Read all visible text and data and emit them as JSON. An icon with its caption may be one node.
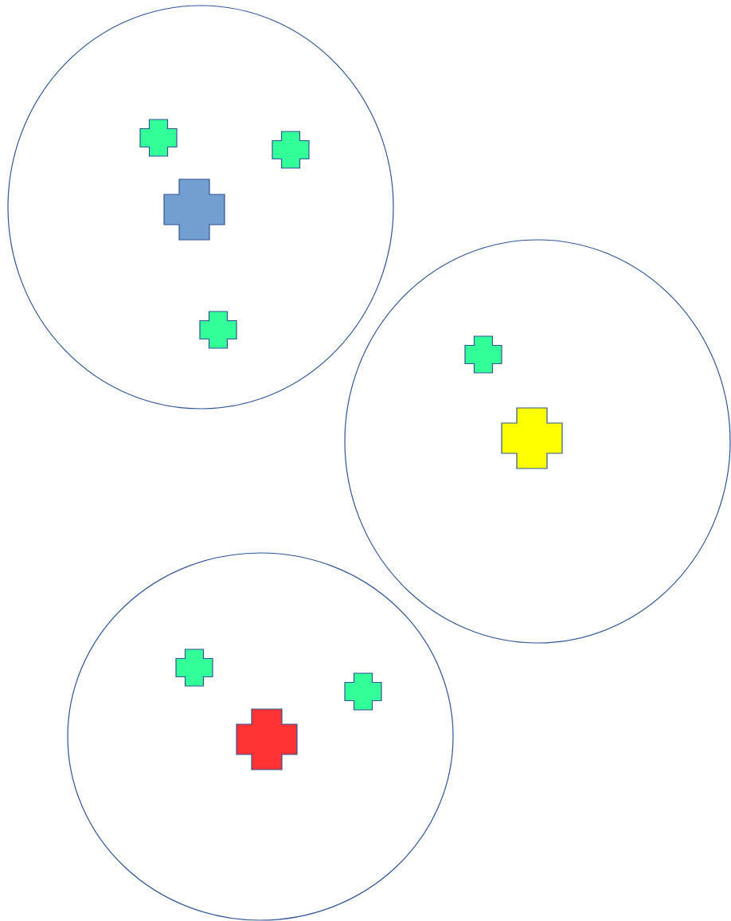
{
  "diagram": {
    "nodes": [
      {
        "text": [],
        "shape": "circle"
      },
      {
        "text": [],
        "shape": "cross",
        "in": 0
      },
      {
        "text": [],
        "shape": "cross",
        "in": 0
      },
      {
        "text": [],
        "shape": "cross",
        "in": 0
      },
      {
        "text": [],
        "shape": "cross",
        "in": 0
      },
      {
        "text": [],
        "shape": "circle"
      },
      {
        "text": [],
        "shape": "cross",
        "in": 5
      },
      {
        "text": [],
        "shape": "cross",
        "in": 5
      },
      {
        "text": [],
        "shape": "circle"
      },
      {
        "text": [],
        "shape": "cross",
        "in": 8
      },
      {
        "text": [],
        "shape": "cross",
        "in": 8
      },
      {
        "text": [],
        "shape": "cross",
        "in": 8
      }
    ]
  }
}
